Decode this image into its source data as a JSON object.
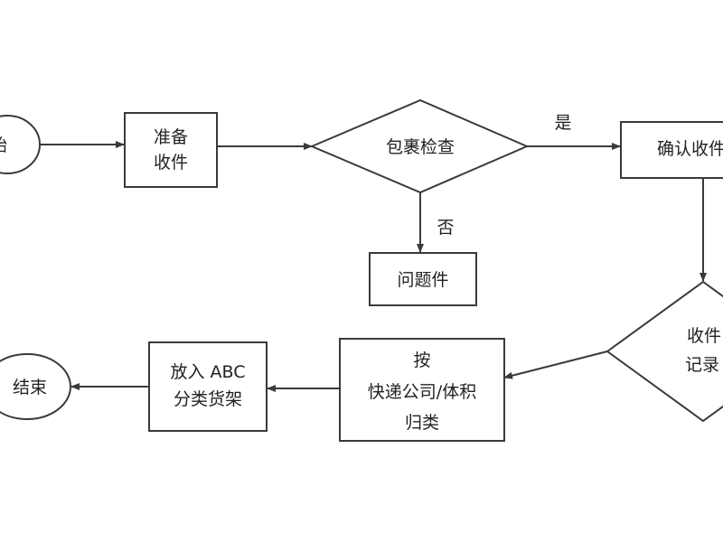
{
  "nodes": {
    "start": "始",
    "prepare_line1": "准备",
    "prepare_line2": "收件",
    "inspect": "包裹检查",
    "confirm": "确认收件",
    "problem": "问题件",
    "record_line1": "收件",
    "record_line2": "记录",
    "classify_line1": "按",
    "classify_line2": "快递公司/体积",
    "classify_line3": "归类",
    "shelve_line1": "放入 ABC",
    "shelve_line2": "分类货架",
    "end": "结束"
  },
  "edges": {
    "yes_label": "是",
    "no_label": "否"
  },
  "colors": {
    "stroke": "#3a3a3a",
    "fill": "#ffffff",
    "text": "#222222"
  }
}
